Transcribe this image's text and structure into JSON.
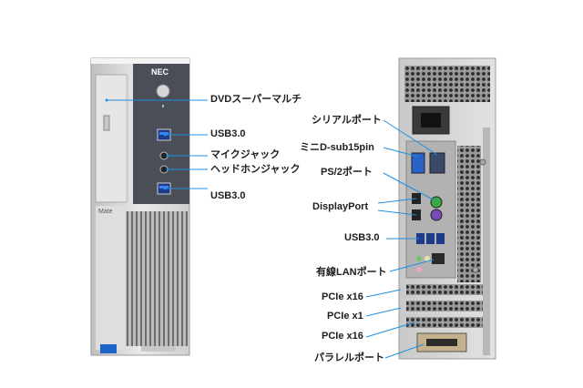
{
  "front": {
    "brand": "NEC",
    "model_text": "Mate",
    "labels": {
      "dvd": "DVDスーパーマルチ",
      "usb_top": "USB3.0",
      "mic": "マイクジャック",
      "headphone": "ヘッドホンジャック",
      "usb_bottom": "USB3.0"
    }
  },
  "back": {
    "labels": {
      "serial": "シリアルポート",
      "mini_dsub": "ミニD-sub15pin",
      "ps2": "PS/2ポート",
      "displayport": "DisplayPort",
      "usb": "USB3.0",
      "lan": "有線LANポート",
      "pcie_x16_a": "PCIe x16",
      "pcie_x1": "PCIe x1",
      "pcie_x16_b": "PCIe x16",
      "parallel": "パラレルポート"
    }
  },
  "colors": {
    "accent": "#1f8fe0",
    "chassis": "#d8d8d8",
    "panel_dark": "#4a4f57"
  }
}
